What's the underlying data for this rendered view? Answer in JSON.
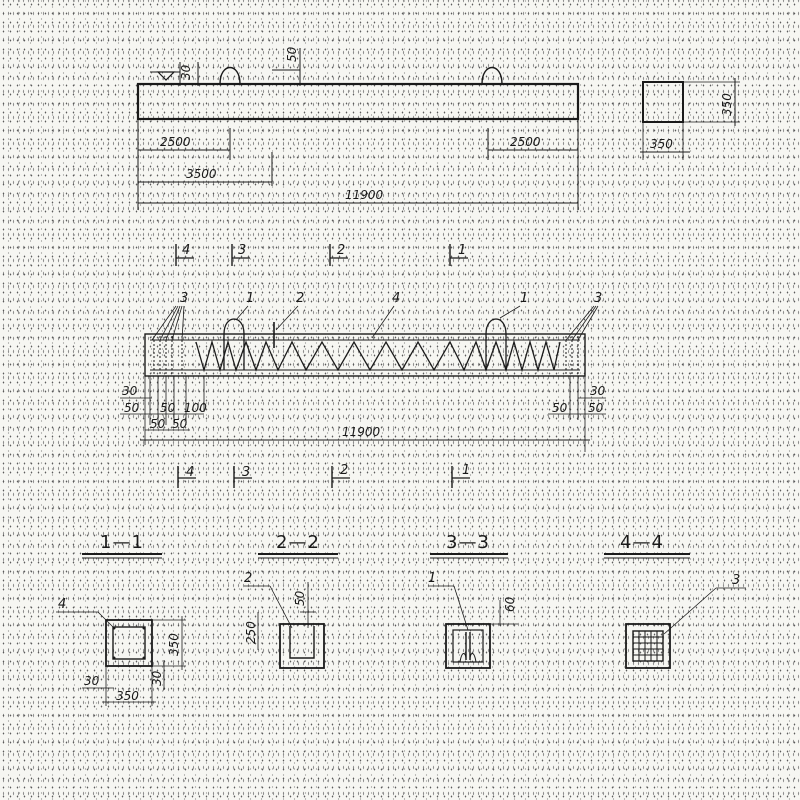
{
  "elevation": {
    "top_mark": "30",
    "hook_offset": "50",
    "dim_left": "2500",
    "dim_right": "2500",
    "dim_inner": "3500",
    "dim_total": "11900"
  },
  "cross_section": {
    "height": "350",
    "width": "350"
  },
  "cut_marks": [
    "4",
    "3",
    "2",
    "1"
  ],
  "reinforcement": {
    "callouts": [
      "3",
      "1",
      "2",
      "4",
      "1",
      "3"
    ],
    "dim_left_top": "30",
    "dim_left_mid": "50",
    "dim_left_a": "50",
    "dim_left_b": "100",
    "dim_left_c": "50",
    "dim_left_d": "50",
    "dim_right_top": "30",
    "dim_right_a": "50",
    "dim_right_b": "50",
    "dim_total": "11900"
  },
  "sections": {
    "s1": {
      "title": "1—1",
      "callout": "4",
      "dim_h": "350",
      "dim_w": "350",
      "dim_cover_l": "30",
      "dim_cover_b": "30"
    },
    "s2": {
      "title": "2—2",
      "callout": "2",
      "dim_h": "250",
      "dim_top": "50"
    },
    "s3": {
      "title": "3—3",
      "callout": "1",
      "dim_top": "60"
    },
    "s4": {
      "title": "4—4",
      "callout": "3"
    }
  }
}
